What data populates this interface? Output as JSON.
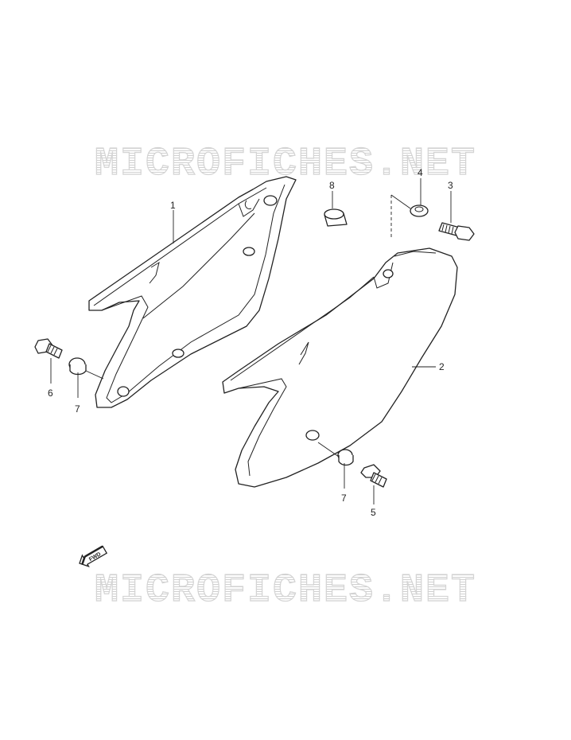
{
  "watermark": {
    "text": "MICROFICHES.NET"
  },
  "callouts": [
    {
      "id": "1",
      "label": "1"
    },
    {
      "id": "2",
      "label": "2"
    },
    {
      "id": "3",
      "label": "3"
    },
    {
      "id": "4",
      "label": "4"
    },
    {
      "id": "5",
      "label": "5"
    },
    {
      "id": "6",
      "label": "6"
    },
    {
      "id": "7a",
      "label": "7"
    },
    {
      "id": "7b",
      "label": "7"
    },
    {
      "id": "8",
      "label": "8"
    }
  ],
  "fwd_badge": {
    "text": "FWD"
  }
}
